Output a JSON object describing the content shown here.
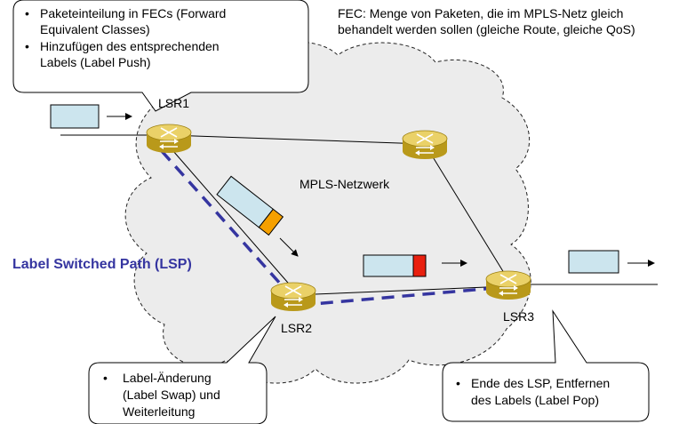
{
  "callouts": {
    "top_left": {
      "bullet1": [
        "Paketeinteilung in FECs (Forward",
        "Equivalent Classes)"
      ],
      "bullet2": [
        "Hinzufügen des entsprechenden",
        "Labels (Label Push)"
      ]
    },
    "bottom_left": {
      "bullet1": [
        "Label-Änderung",
        "(Label Swap) und",
        "Weiterleitung"
      ]
    },
    "bottom_right": {
      "bullet1": [
        "Ende des LSP, Entfernen",
        "des Labels (Label Pop)"
      ]
    }
  },
  "fec_definition": [
    "FEC: Menge von Paketen, die im MPLS-Netz gleich",
    "behandelt werden sollen (gleiche Route, gleiche QoS)"
  ],
  "network_label": "MPLS-Netzwerk",
  "lsp_label": "Label Switched Path (LSP)",
  "routers": {
    "lsr1": "LSR1",
    "lsr2": "LSR2",
    "lsr3": "LSR3"
  },
  "colors": {
    "cloud_fill": "#ececec",
    "router_body": "#d6b61a",
    "router_top": "#ead168",
    "packet_fill": "#cce5ee",
    "label_orange": "#f5a000",
    "label_red": "#e8200f",
    "lsp_path": "#3535a0"
  }
}
